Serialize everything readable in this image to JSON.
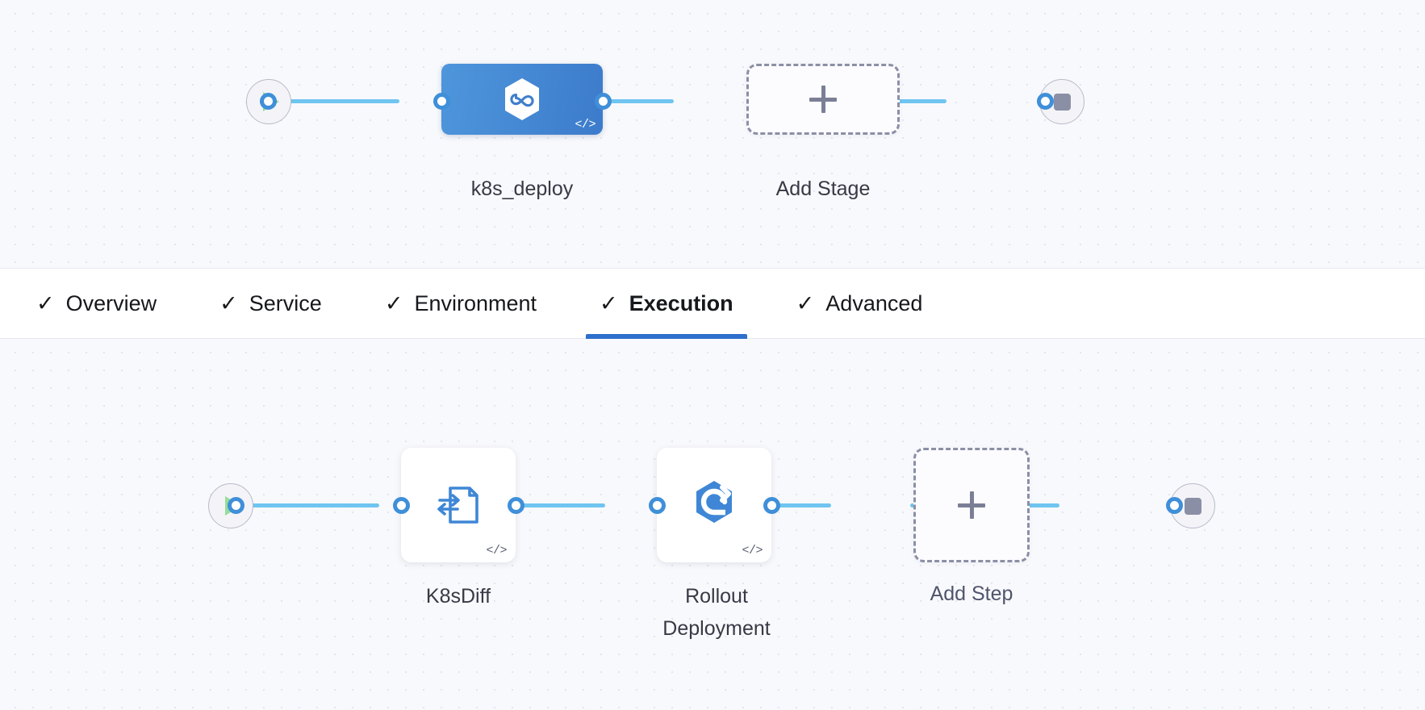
{
  "stage_flow": {
    "start_node": {
      "name": "start-icon",
      "glyph": "play-triangle",
      "color": "#96dd9a"
    },
    "end_node": {
      "name": "stop-icon",
      "glyph": "stop-square",
      "color": "#8b8fa6"
    },
    "stage": {
      "label": "k8s_deploy",
      "icon": "harness-cd-hexagon-icon",
      "code_badge": "</>",
      "color": "#3c7bcb"
    },
    "add_stage": {
      "label": "Add Stage",
      "icon": "plus-icon"
    }
  },
  "tabs": {
    "check_glyph": "✓",
    "items": [
      {
        "label": "Overview",
        "checked": true,
        "active": false
      },
      {
        "label": "Service",
        "checked": true,
        "active": false
      },
      {
        "label": "Environment",
        "checked": true,
        "active": false
      },
      {
        "label": "Execution",
        "checked": true,
        "active": true
      },
      {
        "label": "Advanced",
        "checked": true,
        "active": false
      }
    ],
    "active_underline_color": "#2d6fcb"
  },
  "step_flow": {
    "start_node": {
      "name": "start-icon",
      "glyph": "play-triangle",
      "color": "#96dd9a"
    },
    "end_node": {
      "name": "stop-icon",
      "glyph": "stop-square",
      "color": "#8b8fa6"
    },
    "steps": [
      {
        "label": "K8sDiff",
        "icon": "k8s-diff-document-icon",
        "code_badge": "</>"
      },
      {
        "label": "Rollout\nDeployment",
        "icon": "rollout-deployment-hexagon-icon",
        "code_badge": "</>"
      }
    ],
    "add_step": {
      "label": "Add Step",
      "icon": "plus-icon"
    }
  },
  "theme": {
    "canvas_bg": "#f8f9fc",
    "grid_dot": "#e3e5ee",
    "connector": "#70c5f0",
    "port_ring": "#3f8fd9",
    "accent_blue": "#3c7bcb",
    "dashed_border": "#8b8fa6"
  }
}
